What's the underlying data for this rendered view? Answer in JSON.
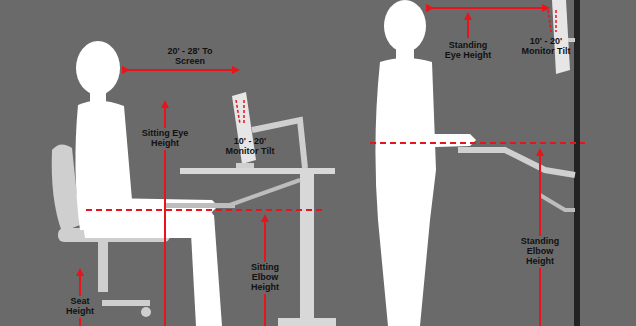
{
  "diagram": {
    "labels": [
      "20' - 28' To Screen",
      "Sitting Eye Height",
      "10' - 20' Monitor Tilt",
      "Seat Height",
      "Sitting Elbow Height",
      "Standing Eye Height",
      "10' - 20' Monitor Tilt",
      "Standing Elbow Height"
    ]
  }
}
